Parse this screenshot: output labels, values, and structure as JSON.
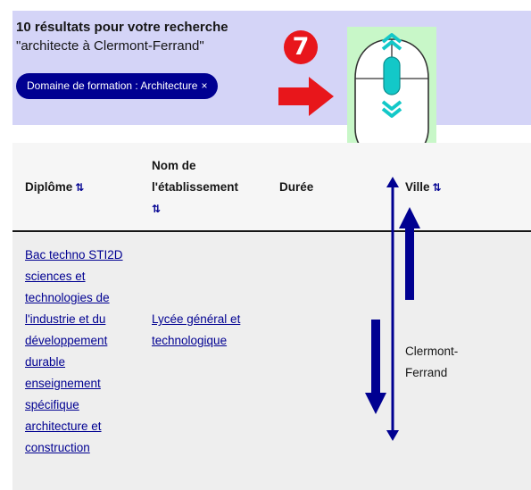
{
  "header": {
    "results_line": "10 résultats pour votre recherche",
    "query_line": "\"architecte à Clermont-Ferrand\"",
    "filter_tag": "Domaine de formation : Architecture",
    "filter_remove": "×"
  },
  "annotation": {
    "step_number": "7",
    "icon": "mouse-scroll-wheel-icon"
  },
  "table": {
    "columns": [
      {
        "label": "Diplôme",
        "sortable": true
      },
      {
        "label": "Nom de l'établissement",
        "sortable": true
      },
      {
        "label": "Durée",
        "sortable": false
      },
      {
        "label": "Ville",
        "sortable": true
      }
    ],
    "sort_icon": "⇅",
    "rows": [
      {
        "diplome": "Bac techno STI2D sciences et technologies de l'industrie et du développement durable enseignement spécifique architecture et construction",
        "etablissement": "Lycée général et technologique",
        "duree": "",
        "ville": "Clermont-Ferrand"
      }
    ]
  },
  "colors": {
    "header_bg": "#d4d4f7",
    "accent": "#000091",
    "highlight_red": "#e8161b",
    "mouse_bg": "#c8f7c8",
    "wheel": "#13c8c8"
  }
}
